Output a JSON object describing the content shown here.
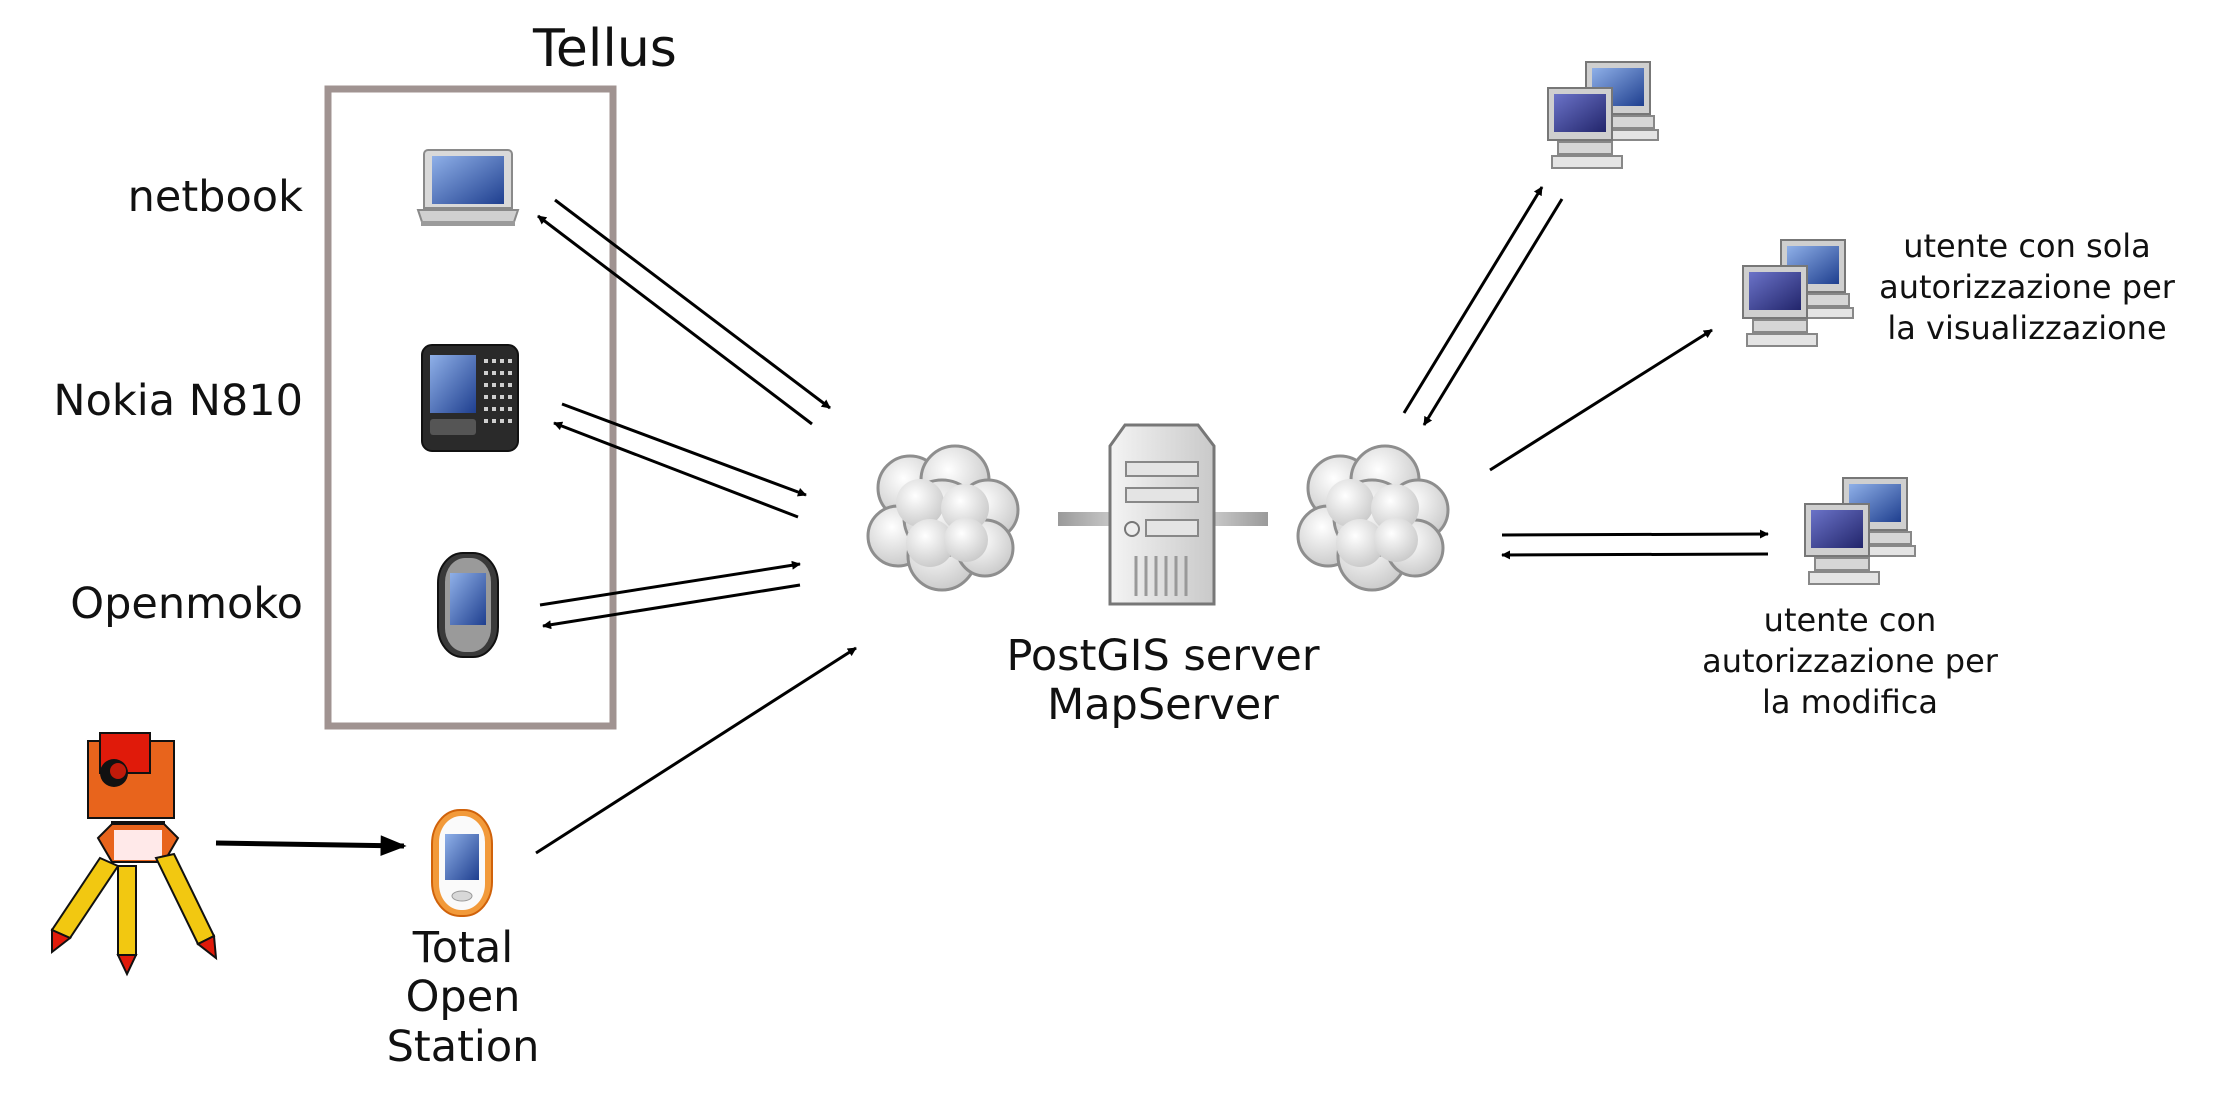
{
  "group": {
    "title": "Tellus"
  },
  "devices": {
    "netbook": "netbook",
    "nokia": "Nokia N810",
    "openmoko": "Openmoko"
  },
  "total_open_station": [
    "Total",
    "Open",
    "Station"
  ],
  "server": {
    "line1": "PostGIS server",
    "line2": "MapServer"
  },
  "viewer_user": [
    "utente con sola",
    "autorizzazione per",
    "la visualizzazione"
  ],
  "editor_user": [
    "utente con",
    "autorizzazione per",
    "la modifica"
  ],
  "colors": {
    "frame": "#a09391",
    "arrow": "#000000",
    "cloud": "#e4e4e4",
    "server": "#dcdcdc",
    "screen": "#2c4a9c",
    "station_body": "#e8641c",
    "tripod": "#f2c811"
  },
  "icons": [
    "laptop-icon",
    "pda-keyboard-icon",
    "smartphone-icon",
    "handheld-orange-icon",
    "total-station-icon",
    "cloud-icon",
    "server-tower-icon",
    "desktop-computers-icon"
  ]
}
